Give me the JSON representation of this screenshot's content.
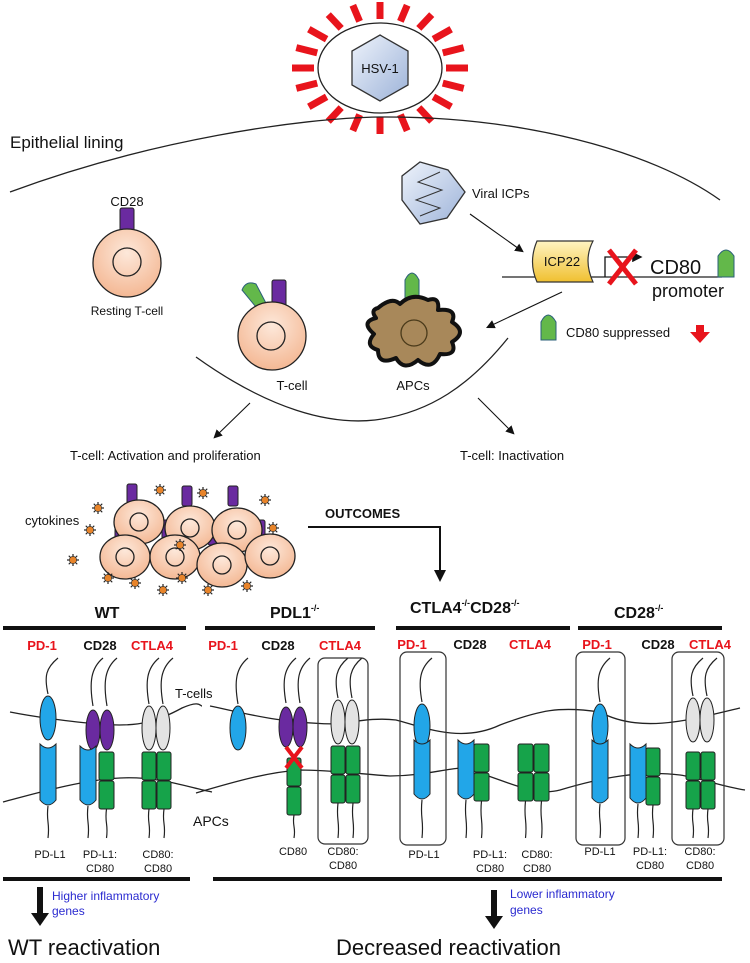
{
  "virus": {
    "label": "HSV-1"
  },
  "top": {
    "epithelial_label": "Epithelial lining",
    "cd28_label": "CD28",
    "resting_tcell_label": "Resting T-cell",
    "viral_icps_label": "Viral ICPs",
    "icp22_label": "ICP22",
    "cd80_label": "CD80",
    "promoter_label": "promoter",
    "cd80_suppressed_label": "CD80 suppressed",
    "tcell_label": "T-cell",
    "apcs_label": "APCs",
    "activation_label": "T-cell: Activation and proliferation",
    "inactivation_label": "T-cell: Inactivation",
    "cytokines_label": "cytokines",
    "outcomes_label": "OUTCOMES"
  },
  "panels": [
    {
      "id": "wt",
      "title": "WT",
      "superscript": "",
      "receptors": [
        {
          "label": "PD-1",
          "color": "red"
        },
        {
          "label": "CD28",
          "color": "black"
        },
        {
          "label": "CTLA4",
          "color": "red"
        }
      ],
      "ligands": [
        "PD-L1",
        "PD-L1:\nCD80",
        "CD80:\nCD80"
      ]
    },
    {
      "id": "pdl1",
      "title": "PDL1",
      "superscript": "-/-",
      "receptors": [
        {
          "label": "PD-1",
          "color": "red"
        },
        {
          "label": "CD28",
          "color": "black"
        },
        {
          "label": "CTLA4",
          "color": "red"
        }
      ],
      "ligands": [
        "CD80",
        "CD80:\nCD80"
      ]
    },
    {
      "id": "ctla4-cd28",
      "title": "CTLA4",
      "superscript": "-/-",
      "title2": "CD28",
      "superscript2": "-/-",
      "receptors": [
        {
          "label": "PD-1",
          "color": "red"
        },
        {
          "label": "CD28",
          "color": "black"
        },
        {
          "label": "CTLA4",
          "color": "red"
        }
      ],
      "ligands": [
        "PD-L1",
        "PD-L1:\nCD80",
        "CD80:\nCD80"
      ]
    },
    {
      "id": "cd28",
      "title": "CD28",
      "superscript": "-/-",
      "receptors": [
        {
          "label": "PD-1",
          "color": "red"
        },
        {
          "label": "CD28",
          "color": "black"
        },
        {
          "label": "CTLA4",
          "color": "red"
        }
      ],
      "ligands": [
        "PD-L1",
        "PD-L1:\nCD80",
        "CD80:\nCD80"
      ]
    }
  ],
  "membranes": {
    "tcells_label": "T-cells",
    "apcs_label": "APCs"
  },
  "results": {
    "wt_genes_line1": "Higher inflammatory",
    "wt_genes_line2": "genes",
    "wt_outcome": "WT reactivation",
    "ko_genes_line1": "Lower inflammatory",
    "ko_genes_line2": "genes",
    "ko_outcome": "Decreased reactivation"
  },
  "colors": {
    "red_label": "#e8141c",
    "blue_text": "#2a2ad0",
    "cd28_purple": "#6a2aa0",
    "cd80_green": "#63b84a",
    "pd1_blue": "#22a6e8",
    "ctla4_grey": "#e3e3e3",
    "ligand_green": "#16a34a",
    "apc_brown": "#a8885a",
    "tcell_peach": "#f7c9a8",
    "cytokine_orange": "#e8842a"
  }
}
